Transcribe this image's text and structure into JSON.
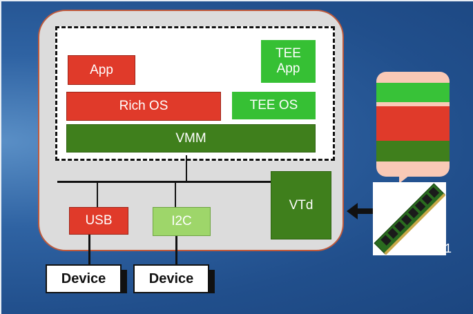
{
  "diagram": {
    "labels": {
      "app": "App",
      "tee_app_line1": "TEE",
      "tee_app_line2": "App",
      "rich_os": "Rich OS",
      "tee_os": "TEE OS",
      "vmm": "VMM",
      "usb": "USB",
      "i2c": "I2C",
      "vtd": "VTd",
      "device_1": "Device",
      "device_2": "Device",
      "edge_fragment": "1"
    },
    "colors": {
      "red": "#e03a2a",
      "tee_green": "#36c034",
      "dark_green": "#3f7f1c",
      "pale_green": "#9ed66a",
      "host_border": "#c05a3c",
      "memory_bubble": "#f9c9b6"
    },
    "icons": [
      "ram-module-icon",
      "double-arrow-icon"
    ]
  }
}
